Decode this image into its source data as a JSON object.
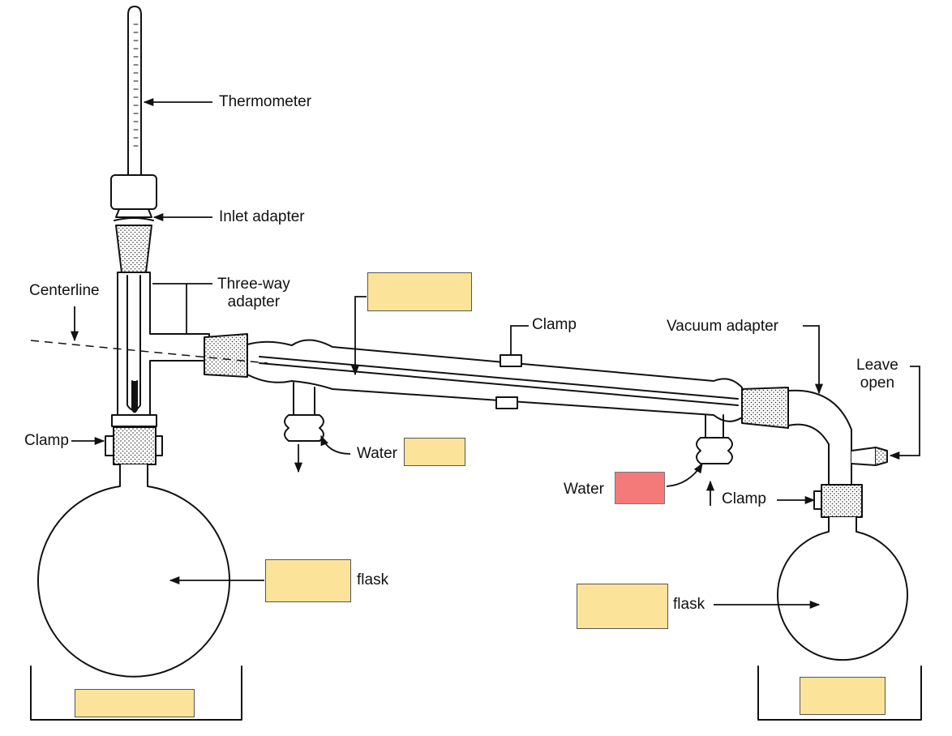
{
  "labels": {
    "thermometer": "Thermometer",
    "inlet_adapter": "Inlet adapter",
    "three_way_adapter": "Three-way\nadapter",
    "centerline": "Centerline",
    "clamp_top": "Clamp",
    "vacuum_adapter": "Vacuum adapter",
    "leave_open": "Leave\nopen",
    "clamp_left": "Clamp",
    "water_left": "Water",
    "water_right": "Water",
    "clamp_right": "Clamp",
    "flask_left": "flask",
    "flask_right": "flask"
  },
  "answer_boxes": [
    {
      "id": "condenser",
      "fill": "#fbe39a"
    },
    {
      "id": "water-out",
      "fill": "#fbe39a"
    },
    {
      "id": "water-in",
      "fill": "#f47a7a"
    },
    {
      "id": "distilling-flask",
      "fill": "#fbe39a"
    },
    {
      "id": "receiving-flask",
      "fill": "#fbe39a"
    },
    {
      "id": "heat-source-left",
      "fill": "#fbe39a"
    },
    {
      "id": "ice-bath-right",
      "fill": "#fbe39a"
    }
  ]
}
